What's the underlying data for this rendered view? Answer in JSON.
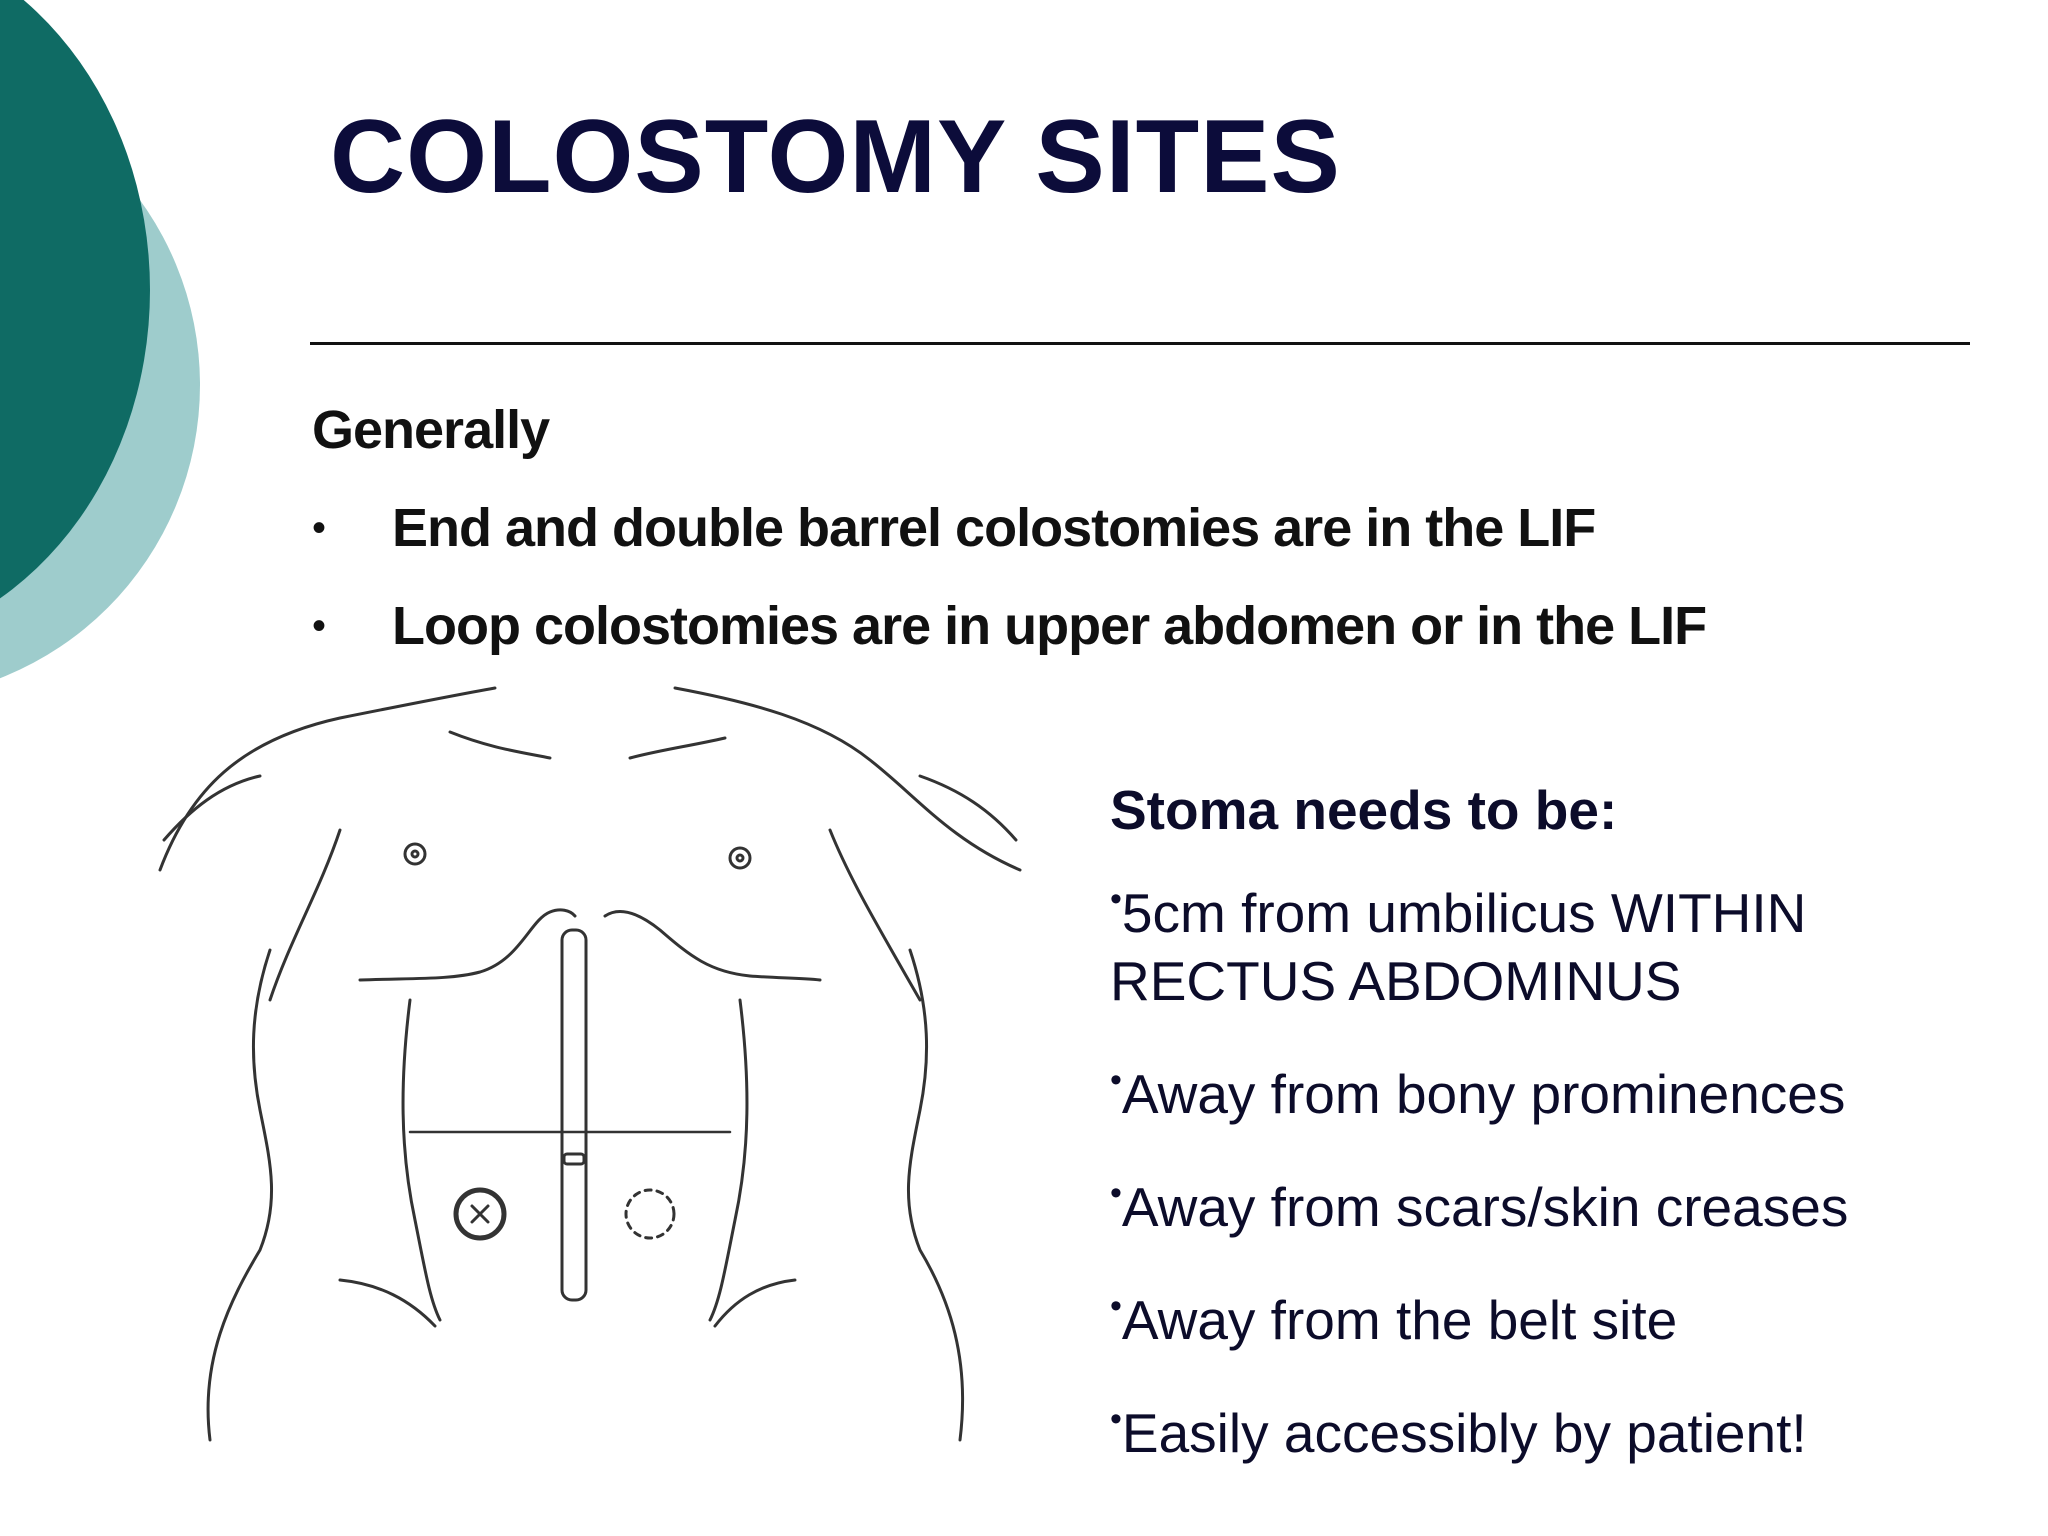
{
  "slide": {
    "title": "COLOSTOMY SITES",
    "intro": {
      "heading": "Generally",
      "bullet_symbol": "•",
      "bullets": [
        "End and double barrel colostomies are in the LIF",
        "Loop colostomies are in upper abdomen or in the LIF"
      ]
    },
    "stoma": {
      "heading": "Stoma needs to be:",
      "bullet_symbol": "•",
      "points": [
        "5cm from umbilicus WITHIN RECTUS ABDOMINUS",
        "Away from bony prominences",
        "Away from scars/skin creases",
        "Away from the belt site",
        "Easily accessibly by patient!"
      ]
    },
    "colors": {
      "dark_circle": "#0f6b64",
      "light_circle": "#9ecccc",
      "title_text": "#0c0c3a",
      "body_text": "#111111"
    }
  }
}
